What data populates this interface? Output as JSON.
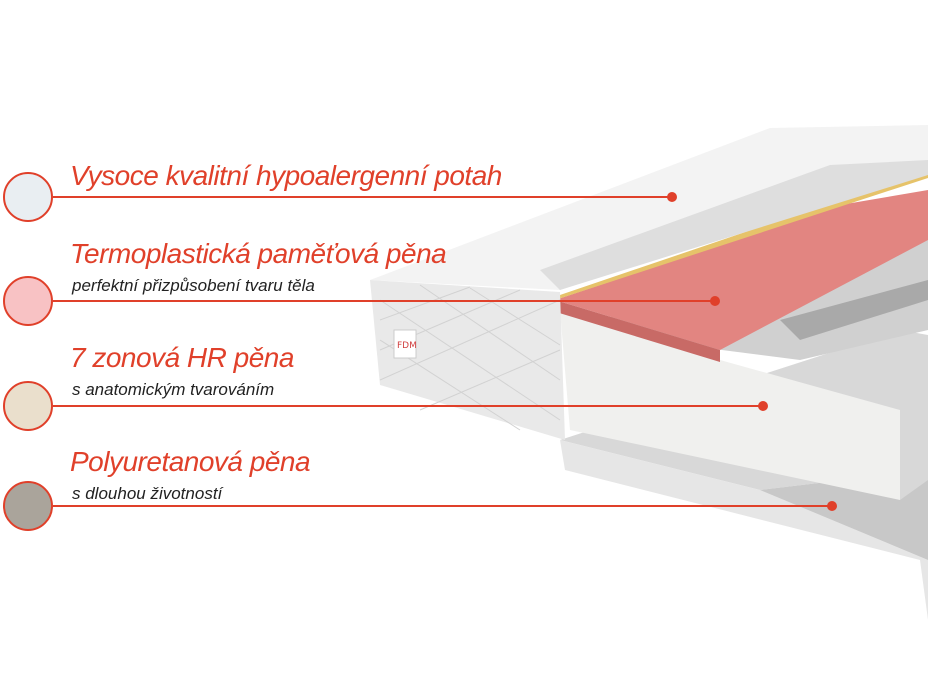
{
  "layers": [
    {
      "title": "Vysoce kvalitní hypoalergenní potah",
      "subtitle": null,
      "swatch_color": "#e9eef2"
    },
    {
      "title": "Termoplastická paměťová pěna",
      "subtitle": "perfektní přizpůsobení tvaru těla",
      "swatch_color": "#f8c2c4"
    },
    {
      "title": "7 zonová HR pěna",
      "subtitle": "s anatomickým tvarováním",
      "swatch_color": "#eadfcc"
    },
    {
      "title": "Polyuretanová pěna",
      "subtitle": "s dlouhou životností",
      "swatch_color": "#aaa49b"
    }
  ],
  "label_tag": "FDM",
  "accent_color": "#e0402a"
}
